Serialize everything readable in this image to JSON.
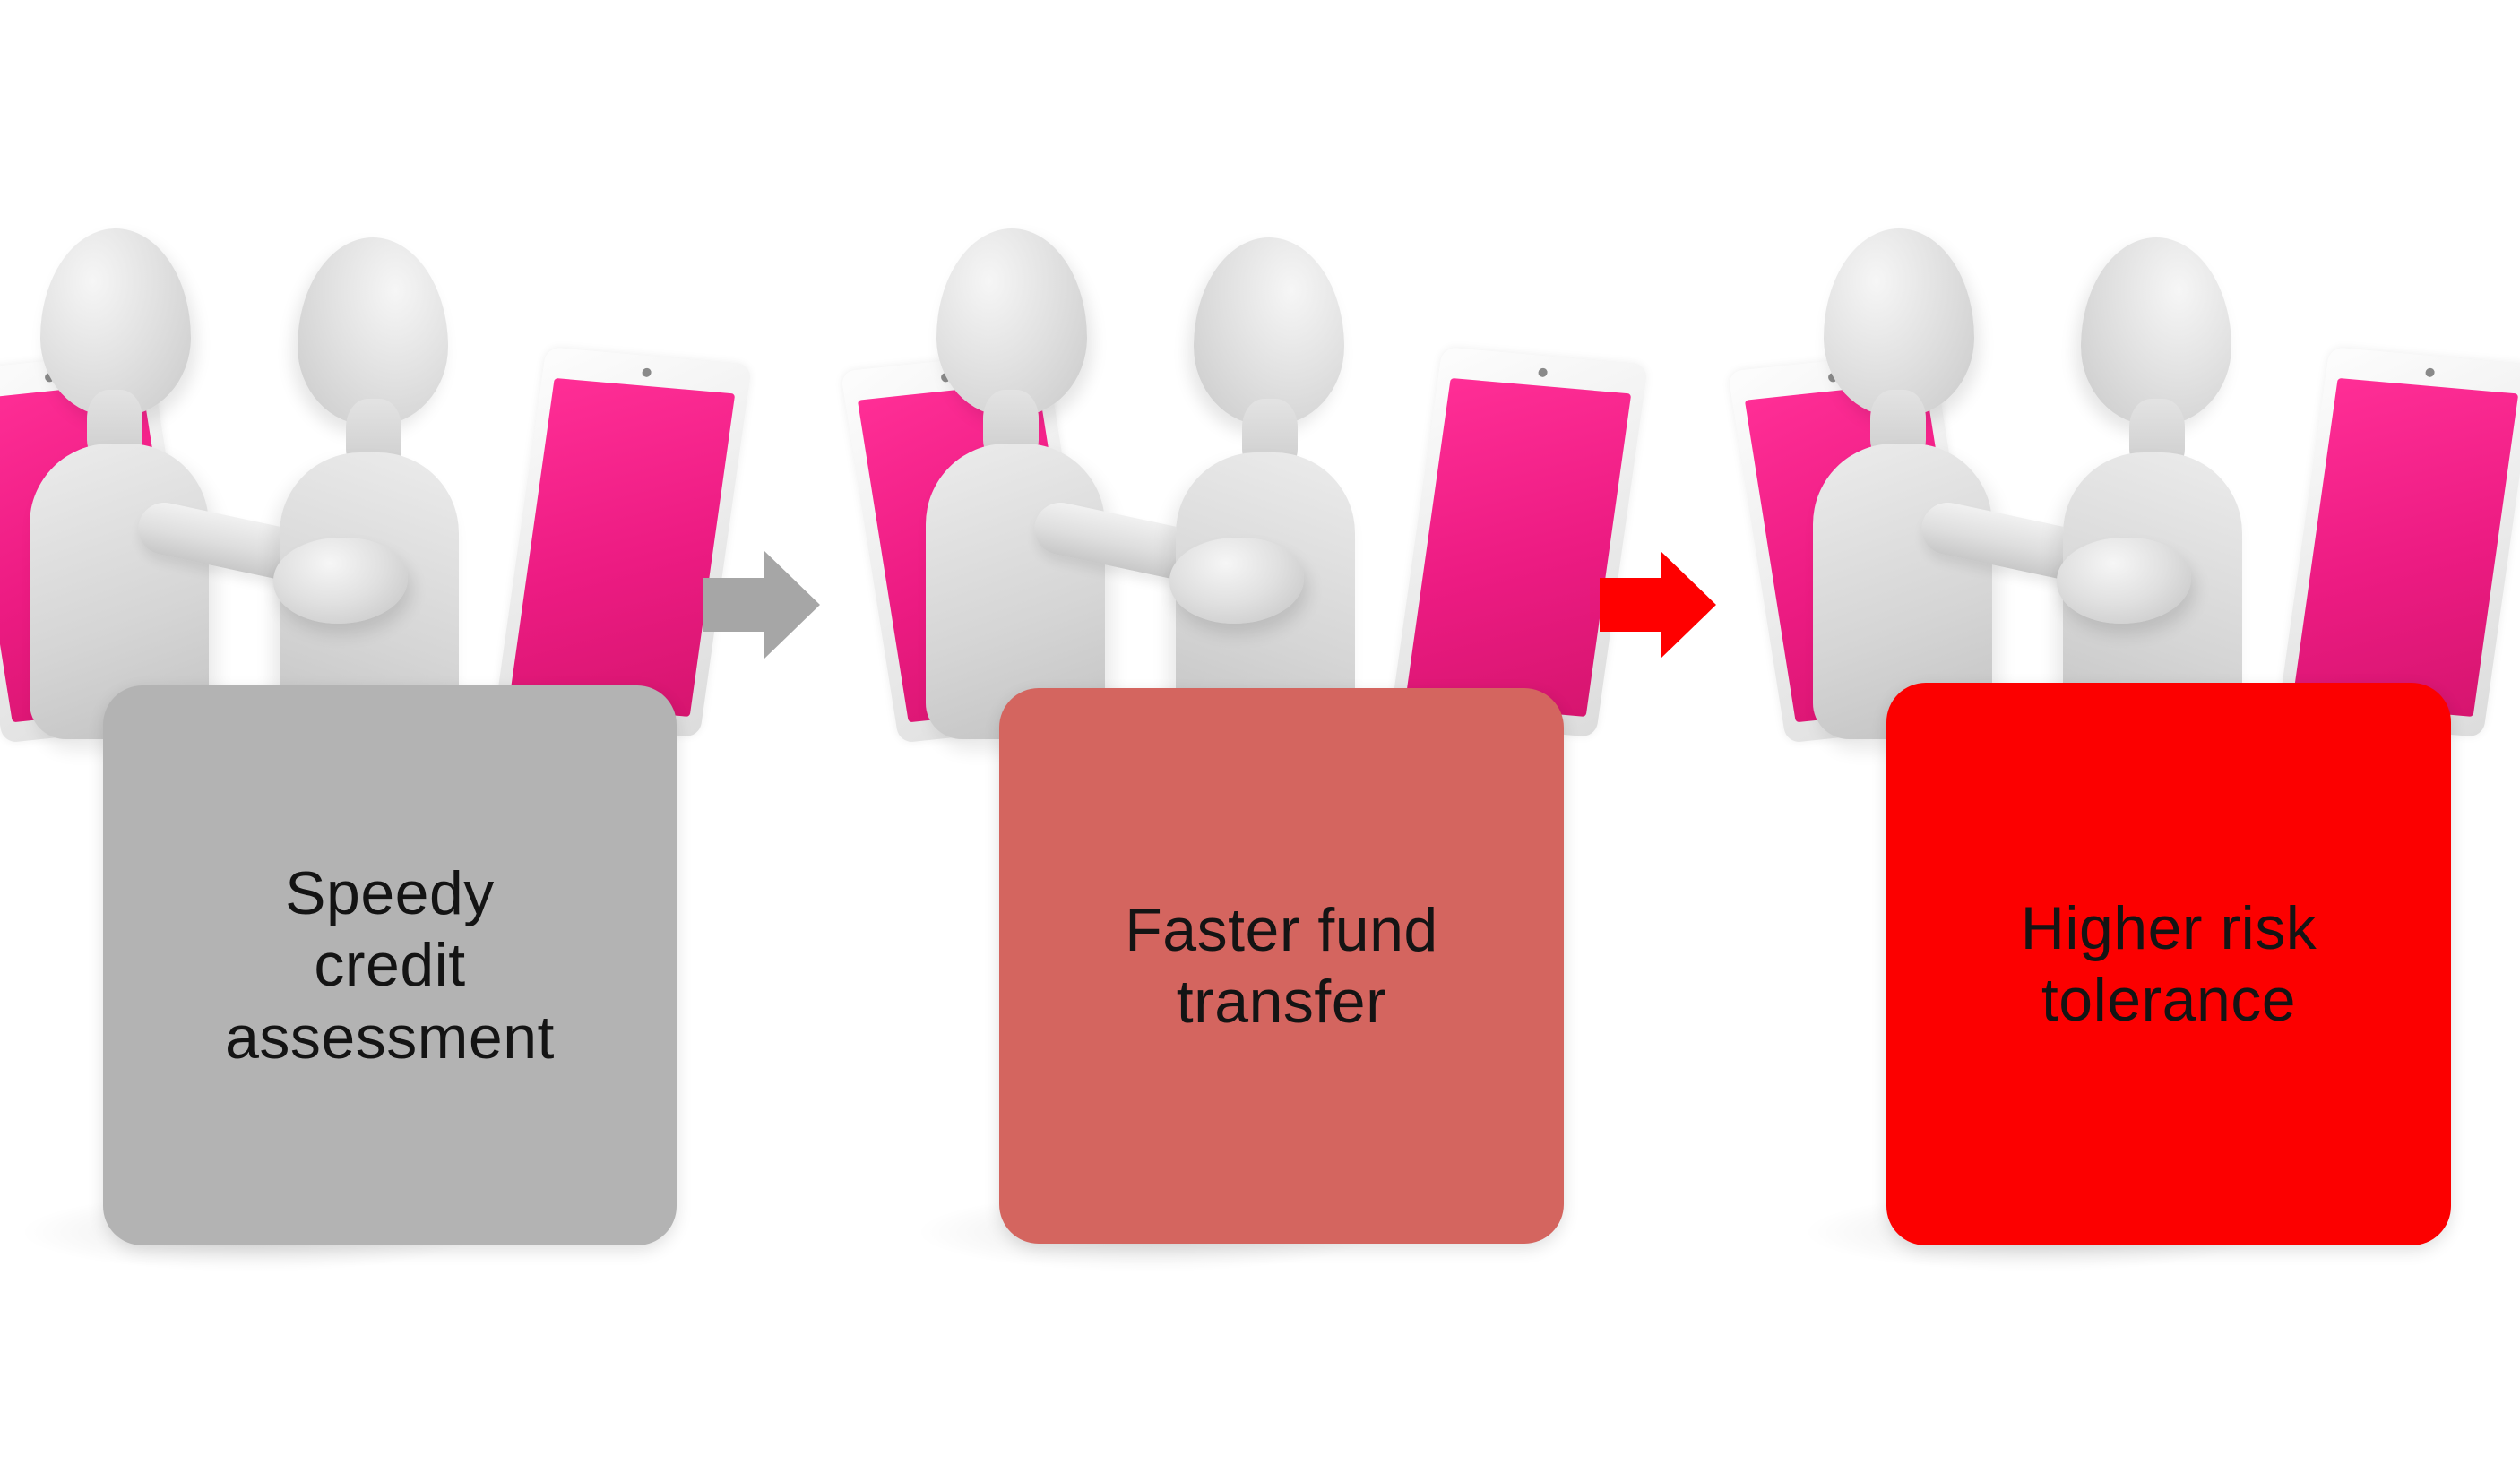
{
  "diagram": {
    "type": "three-step-process-flow",
    "background_color": "#ffffff",
    "steps": [
      {
        "id": "step-1",
        "label": "Speedy\ncredit\nassessment",
        "box_color": "#b3b3b3",
        "text_color": "#141414",
        "illustration": "two-3d-figures-handshake-with-pink-tablets"
      },
      {
        "id": "step-2",
        "label": "Faster fund\ntransfer",
        "box_color": "#d4655f",
        "text_color": "#141414",
        "illustration": "two-3d-figures-handshake-with-pink-tablets"
      },
      {
        "id": "step-3",
        "label": "Higher risk\ntolerance",
        "box_color": "#fc0000",
        "text_color": "#141414",
        "illustration": "two-3d-figures-handshake-with-pink-tablets"
      }
    ],
    "connectors": [
      {
        "id": "arrow-1",
        "icon": "right-arrow-icon",
        "color": "#a6a6a6",
        "from": "step-1",
        "to": "step-2"
      },
      {
        "id": "arrow-2",
        "icon": "right-arrow-icon",
        "color": "#ff0000",
        "from": "step-2",
        "to": "step-3"
      }
    ],
    "palette": {
      "figure_gray": "#d9d9d9",
      "tablet_pink": "#ec1b82",
      "tablet_body": "#f0f0f0",
      "gray_box": "#b3b3b3",
      "salmon_box": "#d4655f",
      "red_box": "#fc0000",
      "gray_arrow": "#a6a6a6",
      "red_arrow": "#ff0000"
    }
  }
}
